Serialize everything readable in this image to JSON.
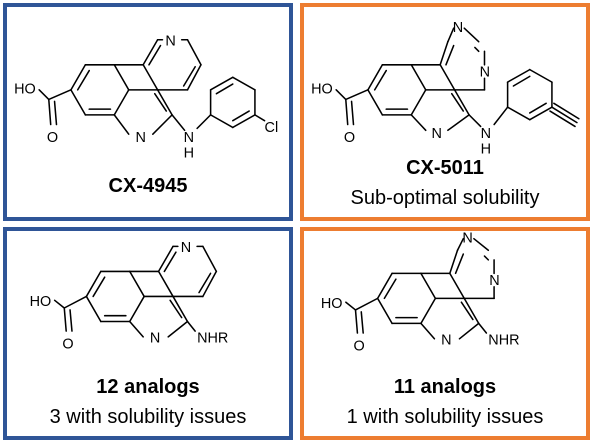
{
  "colors": {
    "left_border": "#2f5597",
    "right_border": "#ed7d31"
  },
  "panels": [
    {
      "id": "cx4945",
      "title": "CX-4945",
      "subtitle": "",
      "atoms": {
        "ring_n": "N",
        "core_n": "N",
        "amine_n": "N",
        "amine_h": "H",
        "acid_ho": "HO",
        "acid_o": "O",
        "substituent": "Cl"
      }
    },
    {
      "id": "cx5011",
      "title": "CX-5011",
      "subtitle": "Sub-optimal solubility",
      "atoms": {
        "ring_n1": "N",
        "ring_n2": "N",
        "core_n": "N",
        "amine_n": "N",
        "amine_h": "H",
        "acid_ho": "HO",
        "acid_o": "O"
      }
    },
    {
      "id": "pyridine-analogs",
      "title": "12 analogs",
      "subtitle": "3 with solubility issues",
      "atoms": {
        "ring_n": "N",
        "core_n": "N",
        "amine": "NHR",
        "acid_ho": "HO",
        "acid_o": "O"
      }
    },
    {
      "id": "pyrimidine-analogs",
      "title": "11 analogs",
      "subtitle": "1 with solubility issues",
      "atoms": {
        "ring_n1": "N",
        "ring_n2": "N",
        "core_n": "N",
        "amine": "NHR",
        "acid_ho": "HO",
        "acid_o": "O"
      }
    }
  ]
}
